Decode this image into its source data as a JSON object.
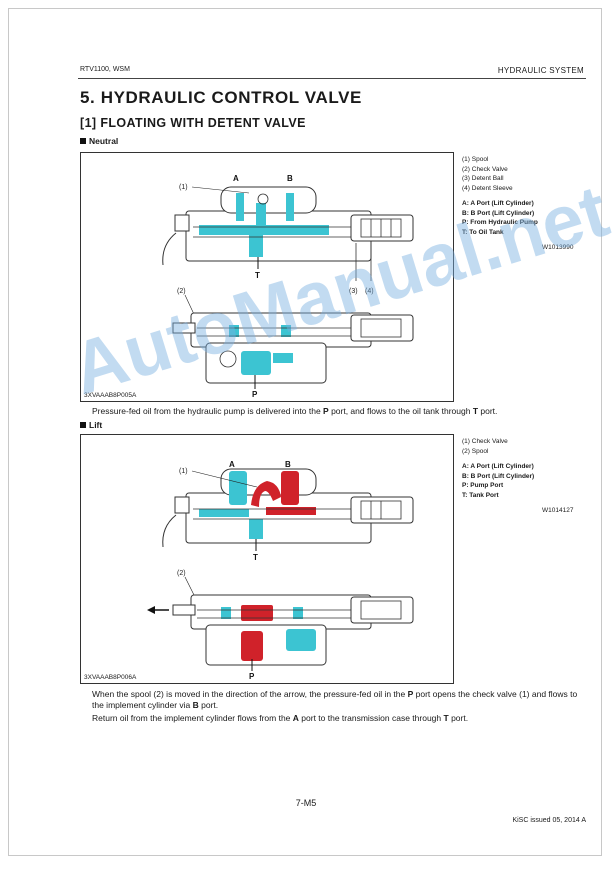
{
  "header": {
    "left": "RTV1100, WSM",
    "right": "HYDRAULIC SYSTEM"
  },
  "title": "5. HYDRAULIC CONTROL VALVE",
  "subtitle": "[1] FLOATING WITH DETENT VALVE",
  "sections": [
    {
      "label": "Neutral",
      "figure_code": "3XVAAAB8P005A",
      "legend_items": [
        "(1) Spool",
        "(2) Check Valve",
        "(3) Detent Ball",
        "(4) Detent Sleeve"
      ],
      "port_items": [
        "A:  A Port (Lift Cylinder)",
        "B:  B Port (Lift Cylinder)",
        "P:  From Hydraulic Pump",
        "T:  To Oil Tank"
      ],
      "ref_code": "W1013990",
      "callouts": {
        "c1": "(1)",
        "c2": "(2)",
        "c3": "(3)",
        "c4": "(4)",
        "a": "A",
        "b": "B",
        "t": "T",
        "p": "P"
      },
      "paragraph": [
        {
          "text": "Pressure-fed oil from the hydraulic pump is delivered into the "
        },
        {
          "text": "P",
          "bold": true
        },
        {
          "text": " port, and flows to the oil tank through "
        },
        {
          "text": "T",
          "bold": true
        },
        {
          "text": " port."
        }
      ]
    },
    {
      "label": "Lift",
      "figure_code": "3XVAAAB8P006A",
      "legend_items": [
        "(1) Check Valve",
        "(2) Spool"
      ],
      "port_items": [
        "A:  A Port (Lift Cylinder)",
        "B:  B Port (Lift Cylinder)",
        "P:  Pump Port",
        "T:  Tank Port"
      ],
      "ref_code": "W1014127",
      "callouts": {
        "c1": "(1)",
        "c2": "(2)",
        "a": "A",
        "b": "B",
        "t": "T",
        "p": "P"
      },
      "paragraph": [
        {
          "text": "When the spool (2) is moved in the direction of the arrow, the pressure-fed oil in the "
        },
        {
          "text": "P",
          "bold": true
        },
        {
          "text": " port opens the check valve (1) and flows to the implement cylinder via "
        },
        {
          "text": "B",
          "bold": true
        },
        {
          "text": " port."
        }
      ],
      "paragraph2": [
        {
          "text": "Return oil from the implement cylinder flows from the "
        },
        {
          "text": "A",
          "bold": true
        },
        {
          "text": " port to the transmission case through "
        },
        {
          "text": "T",
          "bold": true
        },
        {
          "text": " port."
        }
      ]
    }
  ],
  "footer": {
    "page": "7-M5",
    "issued": "KiSC issued 05, 2014 A"
  },
  "watermark": "AutoManual.net",
  "colors": {
    "oil_cyan": "#3cc4d2",
    "pressure_red": "#d0222a",
    "watermark": "#78afe1"
  }
}
